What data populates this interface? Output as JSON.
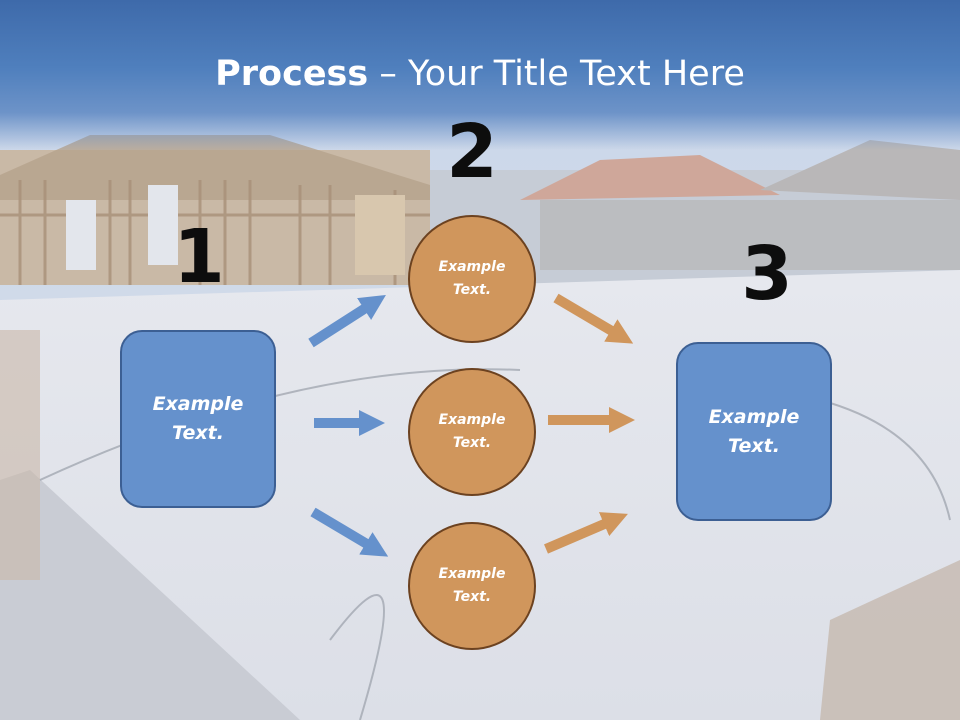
{
  "title": {
    "bold": "Process",
    "rest": " – Your Title Text Here"
  },
  "steps": {
    "one": "1",
    "two": "2",
    "three": "3"
  },
  "nodes": {
    "left_box": [
      "Example",
      "Text."
    ],
    "circle_top": [
      "Example",
      "Text."
    ],
    "circle_mid": [
      "Example",
      "Text."
    ],
    "circle_bottom": [
      "Example",
      "Text."
    ],
    "right_box": [
      "Example",
      "Text."
    ]
  },
  "colors": {
    "title_band": "#4a7bbd",
    "box_fill": "#6591cc",
    "circle_fill": "#d0965c",
    "blue_arrow": "#6591cc",
    "orange_arrow": "#d0965c"
  }
}
